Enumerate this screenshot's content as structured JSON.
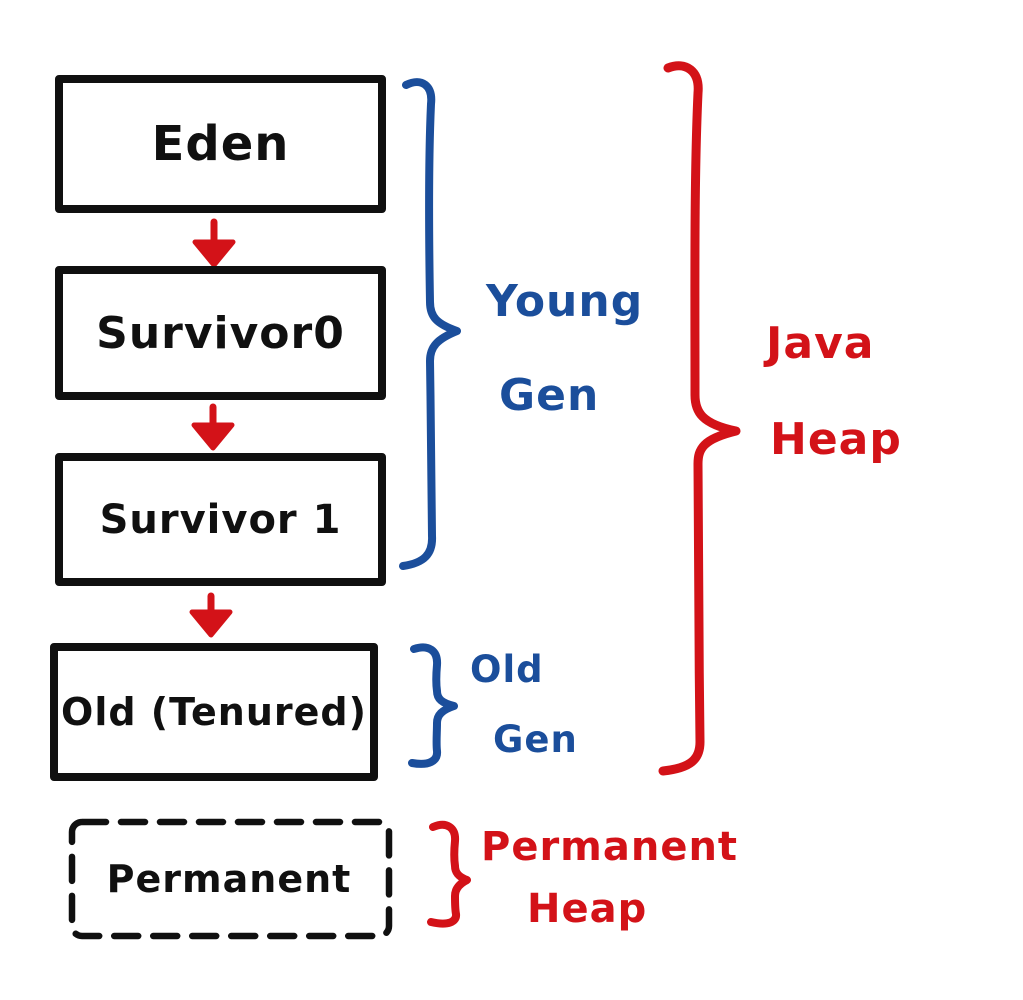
{
  "boxes": {
    "eden": {
      "label": "Eden"
    },
    "survivor0": {
      "label": "Survivor0"
    },
    "survivor1": {
      "label": "Survivor 1"
    },
    "old": {
      "label": "Old (Tenured)"
    },
    "permanent": {
      "label": "Permanent"
    }
  },
  "side_labels": {
    "young_gen": {
      "line1": "Young",
      "line2": "Gen"
    },
    "old_gen": {
      "line1": "Old",
      "line2": "Gen"
    },
    "java_heap": {
      "line1": "Java",
      "line2": "Heap"
    },
    "permanent_heap": {
      "line1": "Permanent",
      "line2": "Heap"
    }
  },
  "colors": {
    "ink_black": "#101010",
    "brace_blue": "#1b4e9b",
    "brace_red": "#d31218",
    "arrow_red": "#d31218"
  }
}
